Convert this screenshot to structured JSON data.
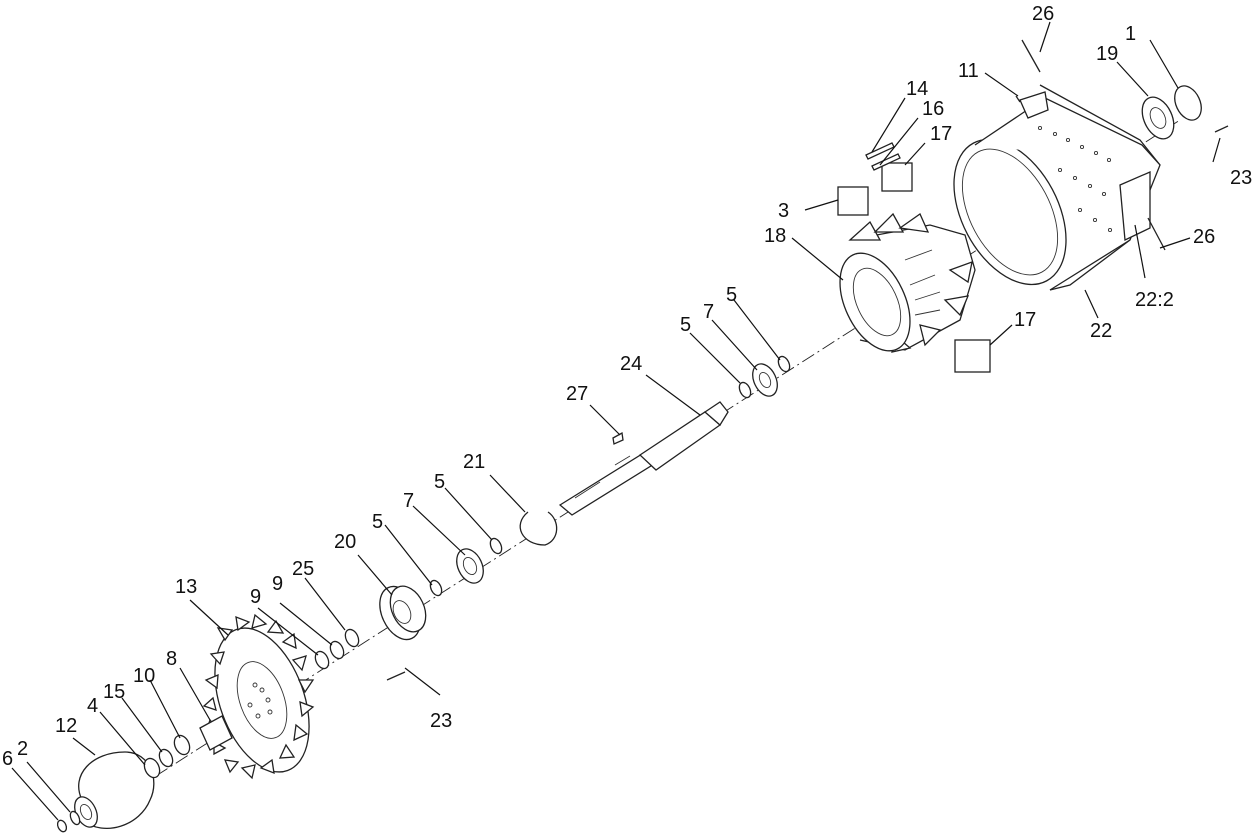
{
  "callouts": {
    "c1": "1",
    "c2": "2",
    "c3": "3",
    "c4": "4",
    "c5a": "5",
    "c5b": "5",
    "c5c": "5",
    "c5d": "5",
    "c6": "6",
    "c7a": "7",
    "c7b": "7",
    "c8": "8",
    "c9a": "9",
    "c9b": "9",
    "c10": "10",
    "c11": "11",
    "c12": "12",
    "c13": "13",
    "c14": "14",
    "c15": "15",
    "c16": "16",
    "c17a": "17",
    "c17b": "17",
    "c18": "18",
    "c19": "19",
    "c20": "20",
    "c21": "21",
    "c22": "22",
    "c22b": "22:2",
    "c23a": "23",
    "c23b": "23",
    "c24": "24",
    "c25": "25",
    "c26a": "26",
    "c26b": "26",
    "c27": "27"
  }
}
